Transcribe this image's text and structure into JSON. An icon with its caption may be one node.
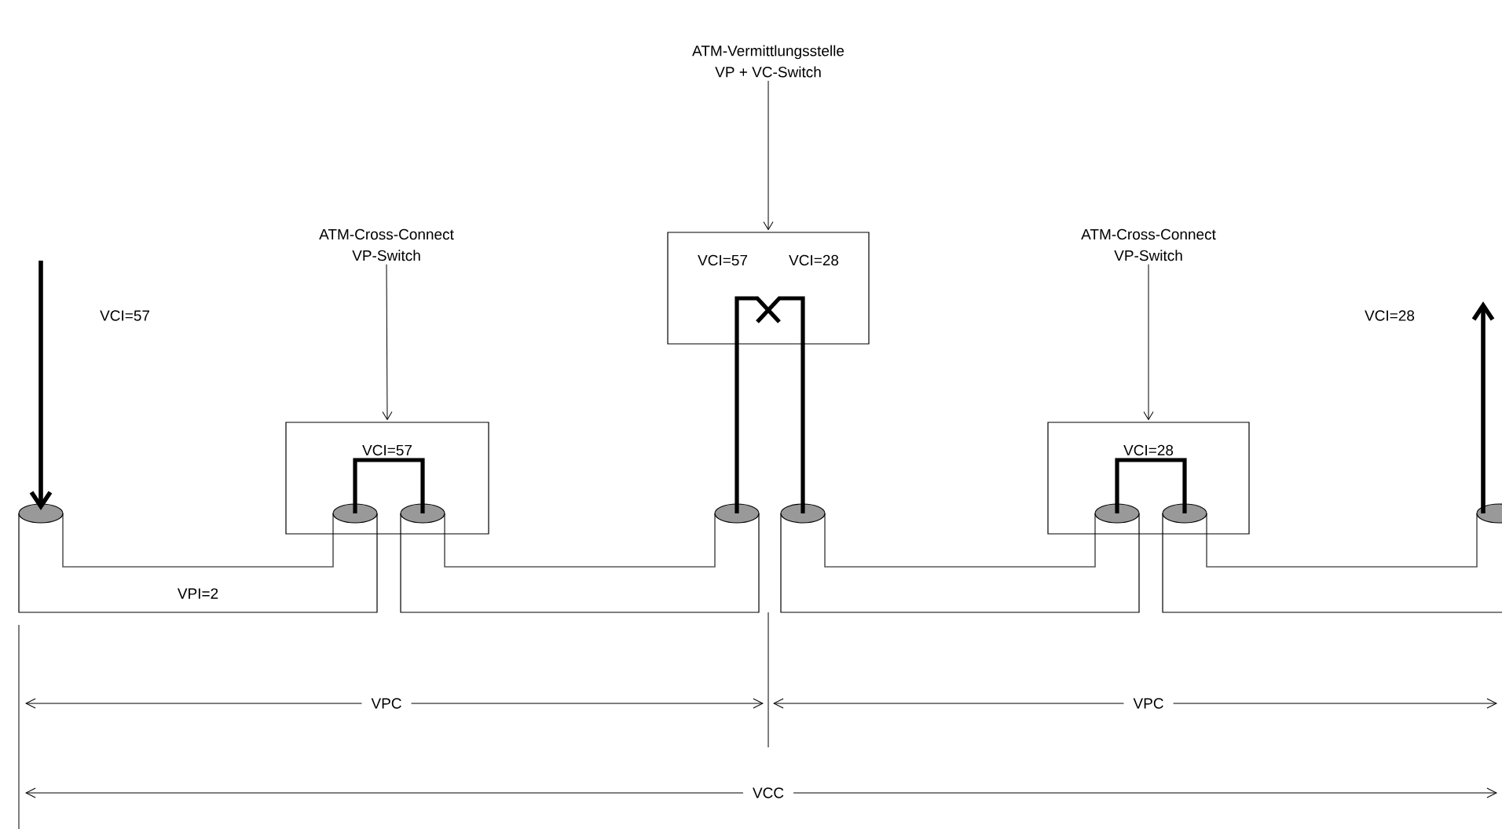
{
  "diagram": {
    "nodes": [
      {
        "text": [
          "ATM-Cross-Connect",
          "VP-Switch"
        ]
      },
      {
        "text": [
          "VCI=57"
        ]
      },
      {
        "text": [
          "ATM-Vermittlungsstelle",
          "VP + VC-Switch"
        ]
      },
      {
        "text": [
          "VCI=57",
          "VCI=28"
        ]
      },
      {
        "text": [
          "ATM-Cross-Connect",
          "VP-Switch"
        ]
      },
      {
        "text": [
          "VCI=28"
        ]
      }
    ],
    "edges": [
      {
        "from": 0,
        "to": 1,
        "arrow": "to"
      },
      {
        "from": 2,
        "to": 3,
        "arrow": "to"
      },
      {
        "from": 4,
        "to": 5,
        "arrow": "to"
      }
    ],
    "labels": [
      "VCI=57",
      "VCI=28",
      "VPI=2",
      "VPC",
      "VPC",
      "VCC"
    ]
  }
}
